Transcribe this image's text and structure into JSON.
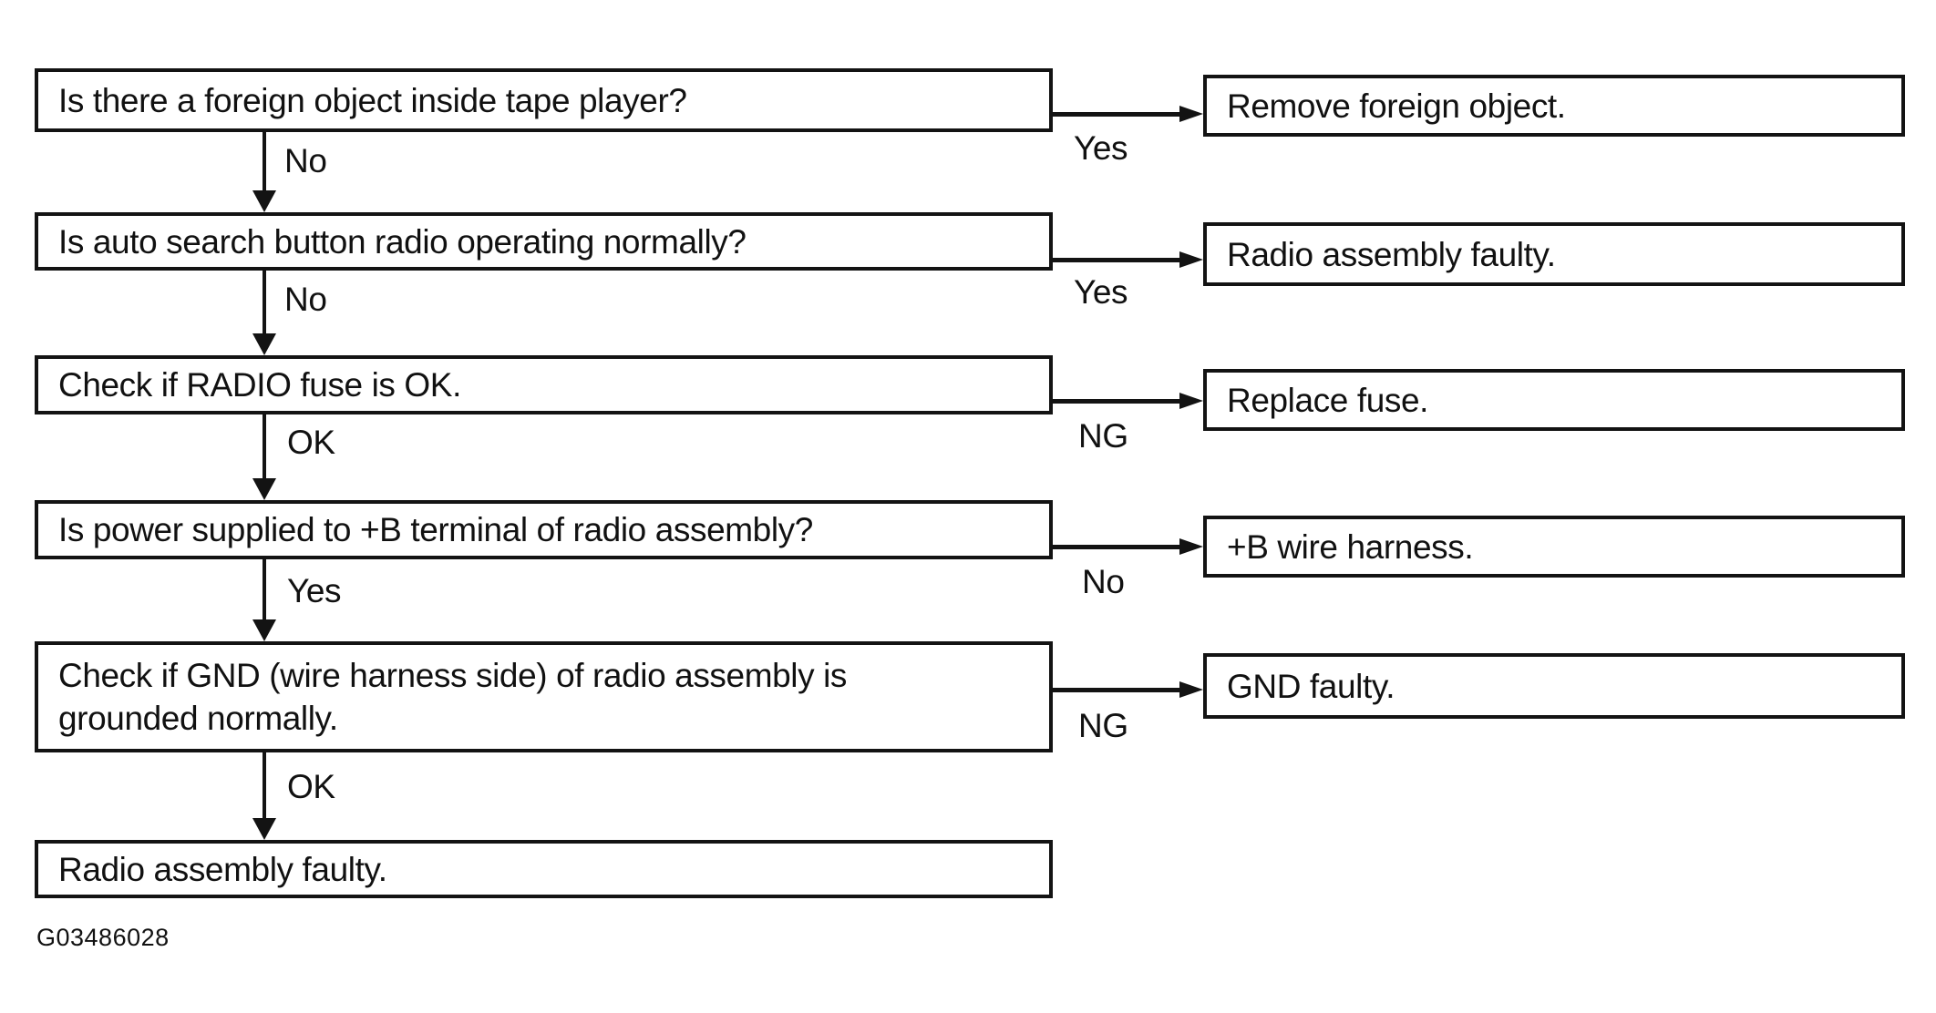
{
  "figure": {
    "id_label": "G03486028"
  },
  "colors": {
    "ink": "#131313",
    "background": "#ffffff"
  },
  "flow": {
    "steps": [
      {
        "question": "Is there a foreign object inside tape player?",
        "continue_label": "No",
        "branch_label": "Yes",
        "branch_result": "Remove foreign object."
      },
      {
        "question": "Is auto search button radio operating normally?",
        "continue_label": "No",
        "branch_label": "Yes",
        "branch_result": "Radio assembly faulty."
      },
      {
        "question": "Check if RADIO fuse is OK.",
        "continue_label": "OK",
        "branch_label": "NG",
        "branch_result": "Replace fuse."
      },
      {
        "question": "Is power supplied to +B terminal of radio assembly?",
        "continue_label": "Yes",
        "branch_label": "No",
        "branch_result": "+B wire harness."
      },
      {
        "question": "Check if GND (wire harness side) of radio assembly is\ngrounded normally.",
        "continue_label": "OK",
        "branch_label": "NG",
        "branch_result": "GND faulty."
      }
    ],
    "final_result": "Radio assembly faulty."
  }
}
